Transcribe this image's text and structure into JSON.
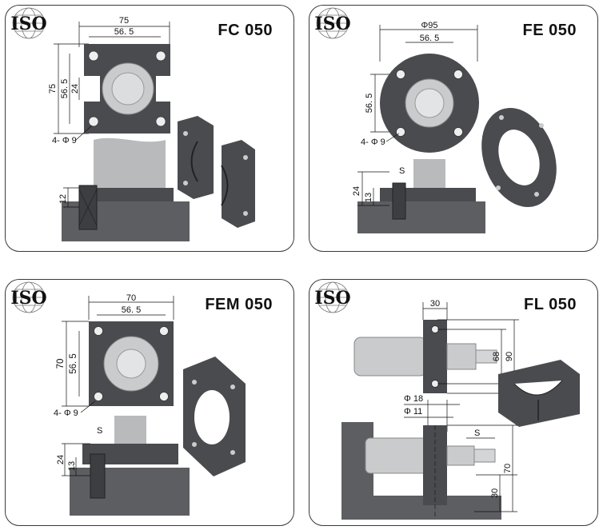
{
  "panels": {
    "fc": {
      "model": "FC 050",
      "logo": "ISO",
      "dims": {
        "w_outer": "75",
        "w_inner": "56. 5",
        "h_outer": "75",
        "h_inner": "56. 5",
        "h_center": "24",
        "holes": "4- Φ 9",
        "thickness": "12"
      }
    },
    "fe": {
      "model": "FE 050",
      "logo": "ISO",
      "dims": {
        "diameter": "Φ95",
        "w_inner": "56. 5",
        "h_inner": "56. 5",
        "holes": "4- Φ 9",
        "s": "S",
        "h_outer": "24",
        "thickness": "13"
      }
    },
    "fem": {
      "model": "FEM 050",
      "logo": "ISO",
      "dims": {
        "w_outer": "70",
        "w_inner": "56. 5",
        "h_outer": "70",
        "h_inner": "56. 5",
        "holes": "4- Φ 9",
        "s": "S",
        "h_total": "24",
        "thickness": "13"
      }
    },
    "fl": {
      "model": "FL 050",
      "logo": "ISO",
      "dims": {
        "width": "30",
        "h_center": "68",
        "h_outer": "90",
        "d_outer": "Φ 18",
        "d_inner": "Φ 11",
        "s": "S",
        "h_bottom": "70",
        "bottom": "30"
      }
    }
  },
  "colors": {
    "dark_metal": "#4a4b4f",
    "light_metal": "#c9cbcd",
    "base": "#5d5e62",
    "border": "#3a3a3a"
  }
}
